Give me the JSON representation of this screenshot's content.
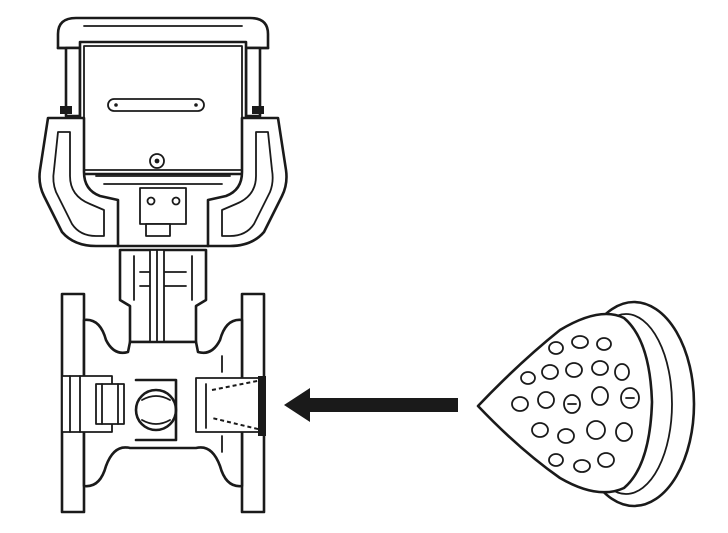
{
  "figure": {
    "background": "#ffffff",
    "line_color": "#1a1a1a",
    "parts": [
      {
        "name": "actuator",
        "icon": "valve-actuator-icon"
      },
      {
        "name": "valve-body",
        "icon": "flanged-valve-body-icon"
      },
      {
        "name": "arrow",
        "icon": "arrow-left-icon"
      },
      {
        "name": "strainer-cone",
        "icon": "perforated-cone-strainer-icon"
      }
    ]
  }
}
